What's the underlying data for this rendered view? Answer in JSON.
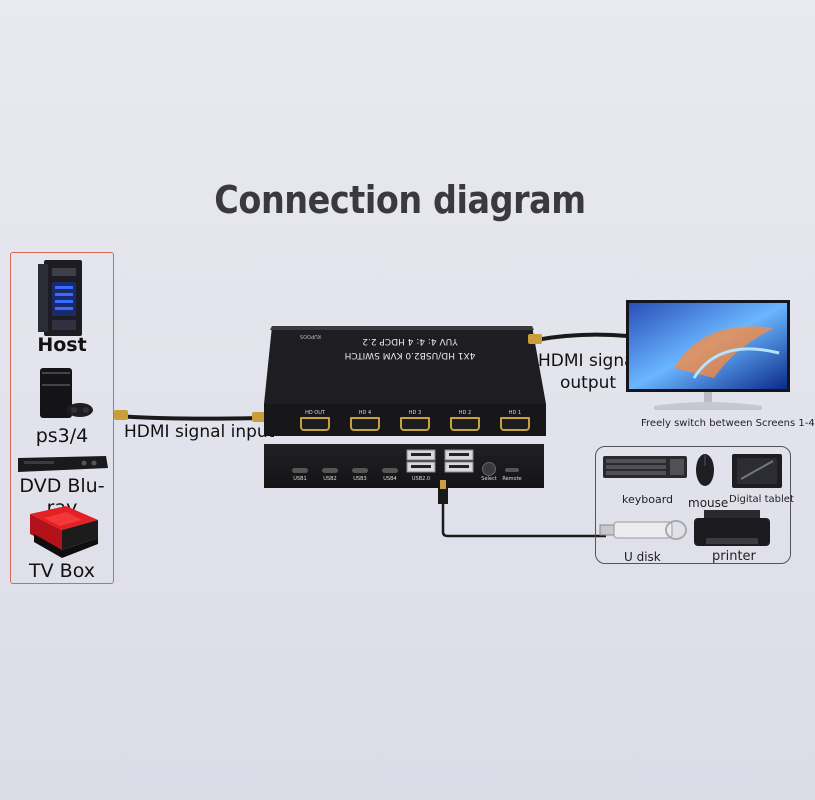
{
  "title": "Connection diagram",
  "sources": {
    "host": "Host",
    "ps": "ps3/4",
    "dvd": "DVD Blu-ray",
    "tvbox": "TV Box"
  },
  "cables": {
    "input": "HDMI signal input",
    "output_line1": "HDMI signal",
    "output_line2": "output"
  },
  "monitor": {
    "caption": "Freely switch between Screens 1-4"
  },
  "peripherals": {
    "keyboard": "keyboard",
    "mouse": "mouse",
    "tablet": "Digital tablet",
    "udisk": "U disk",
    "printer": "printer"
  },
  "switch": {
    "top_line1": "4X1 HD/USB2.0 KVM SWITCH",
    "top_line2": "YUV 4: 4: 4  HDCP 2.2",
    "brand": "KUPOOS",
    "hdmi_ports": [
      "HD OUT",
      "HD 4",
      "HD 3",
      "HD 2",
      "HD 1"
    ],
    "usb_ports": [
      "USB1",
      "USB2",
      "USB3",
      "USB4"
    ],
    "usb20_label": "USB2.0",
    "select_label": "Select",
    "remote_label": "Remote"
  },
  "colors": {
    "source_border": "#d46a55",
    "tvbox_red": "#d8181c",
    "title": "#3a3a3e"
  }
}
